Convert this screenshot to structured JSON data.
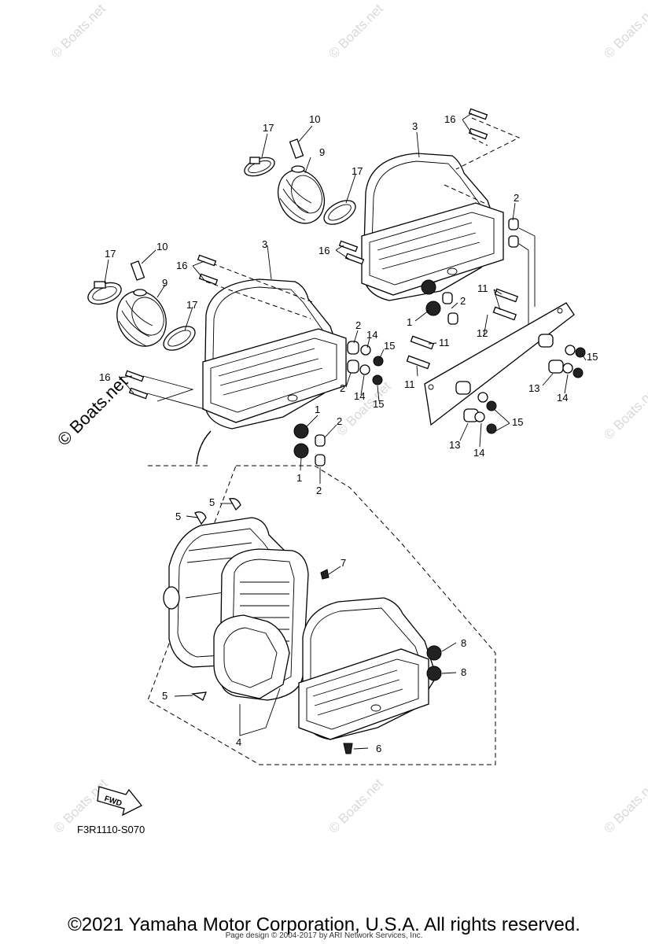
{
  "watermarks": [
    "© Boats.net",
    "© Boats.net",
    "© Boats.net",
    "© Boats.net",
    "© Boats.net",
    "© Boats.net",
    "© Boats.net",
    "© Boats.net",
    "© Boats.net",
    "© Boats.net"
  ],
  "main_watermark": "© Boats.net",
  "diagram_code": "F3R1110-S070",
  "fwd_label": "FWD",
  "copyright": "©2021 Yamaha Motor Corporation, U.S.A. All rights reserved.",
  "page_design": "Page design © 2004-2017 by ARI Network Services, Inc.",
  "callouts": {
    "c17a": "17",
    "c10a": "10",
    "c9a": "9",
    "c3a": "3",
    "c16a": "16",
    "c17b": "17",
    "c2a": "2",
    "c16b": "16",
    "c11a": "11",
    "c2b": "2",
    "c1a": "1",
    "c17c": "17",
    "c10b": "10",
    "c16c": "16",
    "c3b": "3",
    "c9b": "9",
    "c17d": "17",
    "c12": "12",
    "c11b": "11",
    "c2c": "2",
    "c14a": "14",
    "c15a": "15",
    "c11c": "11",
    "c2d": "2",
    "c14b": "14",
    "c15b": "15",
    "c16d": "16",
    "c13a": "13",
    "c14c": "14",
    "c15c": "15",
    "c15d": "15",
    "c13b": "13",
    "c14d": "14",
    "c1b": "1",
    "c2e": "2",
    "c1c": "1",
    "c2f": "2",
    "c5a": "5",
    "c5b": "5",
    "c7": "7",
    "c8a": "8",
    "c8b": "8",
    "c5c": "5",
    "c4": "4",
    "c6": "6"
  }
}
